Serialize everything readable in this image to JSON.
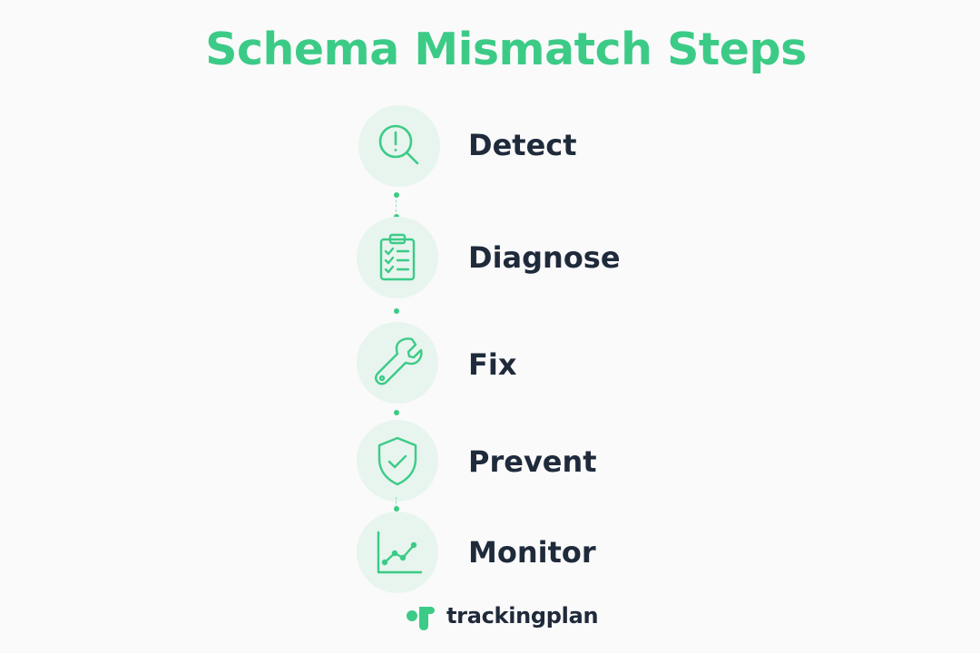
{
  "title": "Schema Mismatch Steps",
  "steps": [
    {
      "label": "Detect",
      "icon": "magnifier-exclamation-icon"
    },
    {
      "label": "Diagnose",
      "icon": "clipboard-checklist-icon"
    },
    {
      "label": "Fix",
      "icon": "wrench-icon"
    },
    {
      "label": "Prevent",
      "icon": "shield-check-icon"
    },
    {
      "label": "Monitor",
      "icon": "line-chart-icon"
    }
  ],
  "brand": {
    "name": "trackingplan",
    "icon": "trackingplan-logo"
  },
  "colors": {
    "accent": "#3ccb87",
    "circle_bg": "#e7f5ee",
    "text": "#1f2a3b",
    "background": "#fafafa"
  }
}
